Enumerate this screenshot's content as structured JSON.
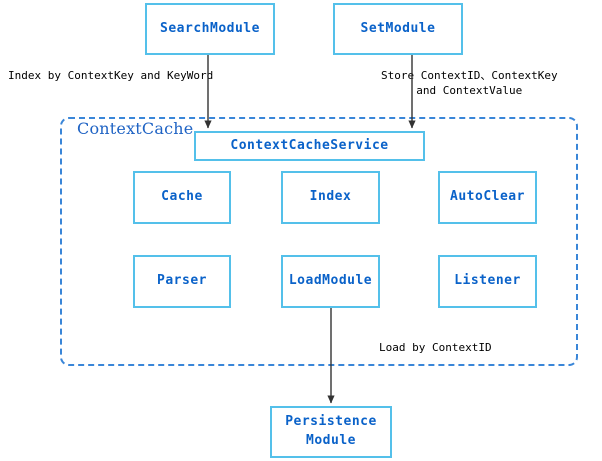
{
  "diagram": {
    "title": "ContextCache architecture diagram",
    "colors": {
      "node_border": "#54c0ea",
      "node_text": "#0a62c9",
      "group_border": "#3a86d8",
      "group_label": "#1f63c4",
      "arrow": "#333333",
      "edge_label": "#000000",
      "background": "#ffffff"
    },
    "group": {
      "label": "ContextCache"
    },
    "nodes": {
      "search_module": "SearchModule",
      "set_module": "SetModule",
      "context_cache_service": "ContextCacheService",
      "cache": "Cache",
      "index": "Index",
      "auto_clear": "AutoClear",
      "parser": "Parser",
      "load_module": "LoadModule",
      "listener": "Listener",
      "persistence_module": "Persistence\nModule"
    },
    "edge_labels": {
      "search_to_service": "Index by ContextKey and KeyWord",
      "set_to_service": "Store ContextID、ContextKey\nand ContextValue",
      "load_to_persistence": "Load by ContextID"
    }
  }
}
